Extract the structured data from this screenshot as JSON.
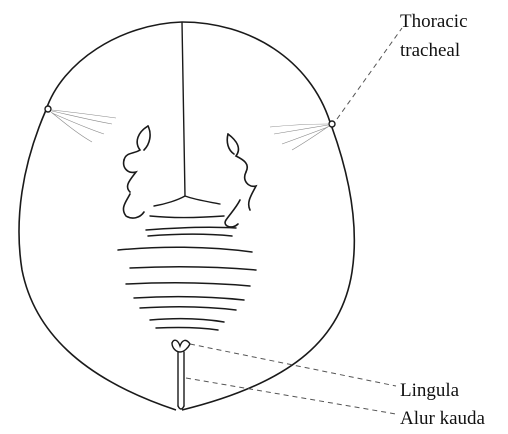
{
  "labels": {
    "thoracic": "Thoracic",
    "tracheal": "tracheal",
    "lingula": "Lingula",
    "alur_kauda": "Alur kauda"
  },
  "colors": {
    "stroke": "#1a1a1a",
    "leader": "#555555",
    "label_text": "#111111",
    "background": "#ffffff"
  }
}
